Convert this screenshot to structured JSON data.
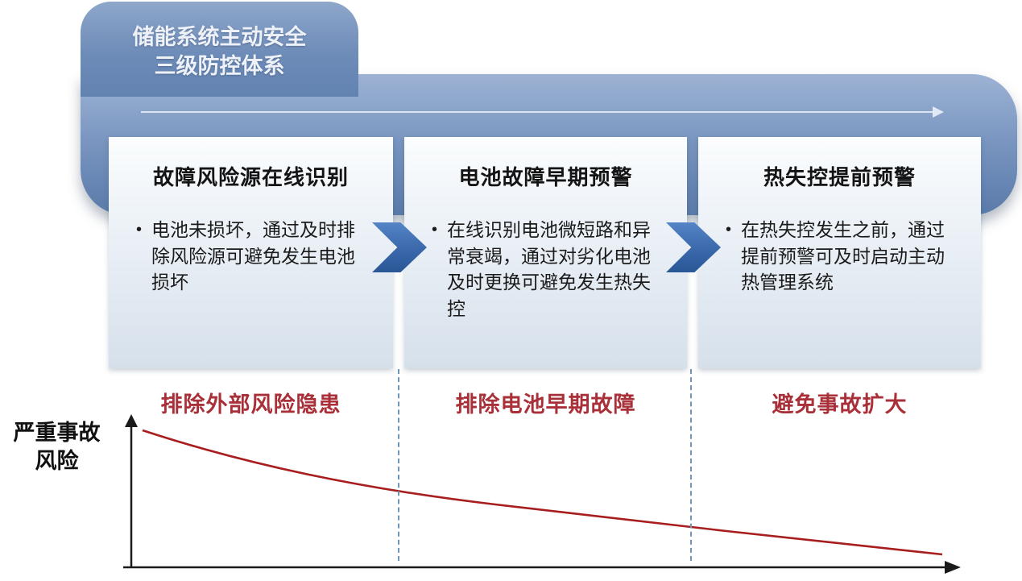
{
  "banner": {
    "title_line1": "储能系统主动安全",
    "title_line2": "三级防控体系"
  },
  "bullet_char": "•",
  "columns": [
    {
      "title": "故障风险源在线识别",
      "body": "电池未损坏，通过及时排除风险源可避免发生电池损坏",
      "footer": "排除外部风险隐患"
    },
    {
      "title": "电池故障早期预警",
      "body": "在线识别电池微短路和异常衰竭，通过对劣化电池及时更换可避免发生热失控",
      "footer": "排除电池早期故障"
    },
    {
      "title": "热失控提前预警",
      "body": "在热失控发生之前，通过提前预警可及时启动主动热管理系统",
      "footer": "避免事故扩大"
    }
  ],
  "chart": {
    "ylabel": "严重事故风险"
  },
  "chart_data": {
    "type": "line",
    "title": "",
    "xlabel": "",
    "ylabel": "严重事故风险",
    "x_axis_ticks": [],
    "y_axis_ticks": [],
    "stages": [
      "故障风险源在线识别",
      "电池故障早期预警",
      "热失控提前预警"
    ],
    "series": [
      {
        "name": "严重事故风险",
        "shape": "exponential-decay",
        "x_normalized": [
          0.0,
          0.33,
          0.66,
          1.0
        ],
        "y_normalized": [
          1.0,
          0.42,
          0.16,
          0.05
        ]
      }
    ],
    "grid": false,
    "legend": false,
    "line_color": "#a81d1d"
  },
  "colors": {
    "banner_blue_top": "#9db3d4",
    "banner_blue_bottom": "#5a7aa9",
    "box_fill_bottom": "#d6e0eb",
    "chevron_blue": "#2a5795",
    "footer_red": "#a93038",
    "curve_red": "#a81d1d",
    "dashed_separator": "#7296b8"
  }
}
